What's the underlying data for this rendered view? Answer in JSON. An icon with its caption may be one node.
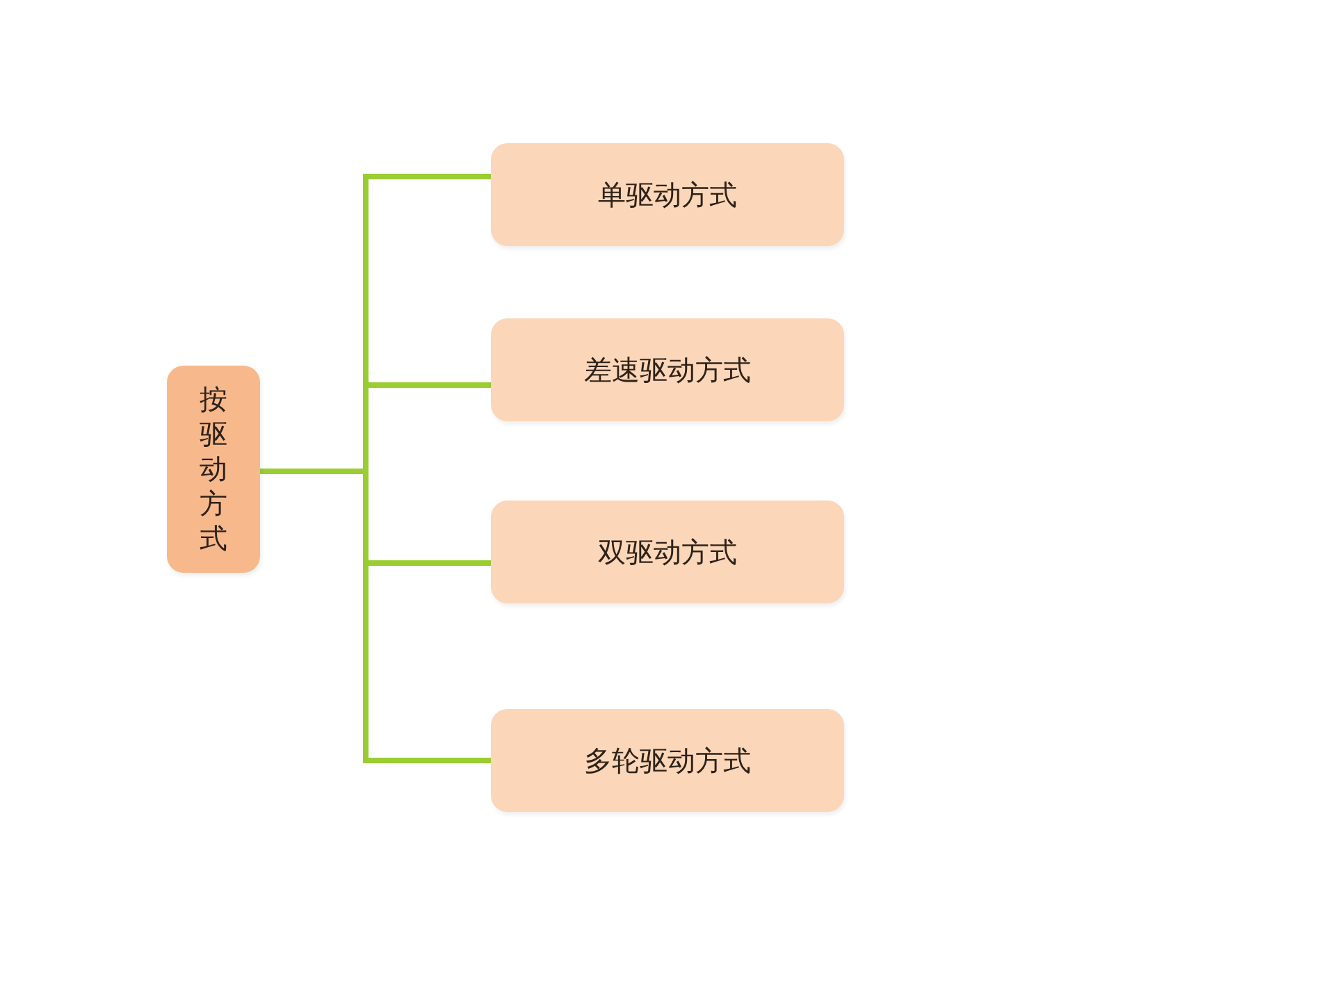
{
  "diagram": {
    "nodes": [
      {
        "text": [
          "按驱动方式"
        ]
      },
      {
        "text": [
          "单驱动方式"
        ]
      },
      {
        "text": [
          "差速驱动方式"
        ]
      },
      {
        "text": [
          "双驱动方式"
        ]
      },
      {
        "text": [
          "多轮驱动方式"
        ]
      }
    ],
    "edges": [
      {
        "from": 0,
        "to": 1,
        "arrow": "none"
      },
      {
        "from": 0,
        "to": 2,
        "arrow": "none"
      },
      {
        "from": 0,
        "to": 3,
        "arrow": "none"
      },
      {
        "from": 0,
        "to": 4,
        "arrow": "none"
      }
    ]
  }
}
